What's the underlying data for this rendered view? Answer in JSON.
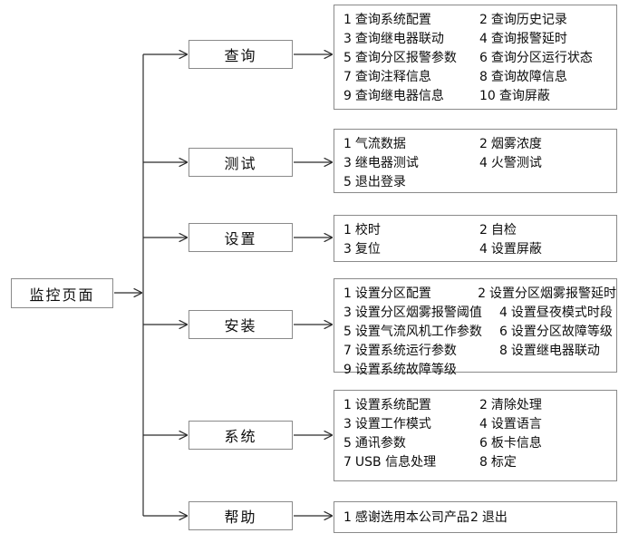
{
  "diagram": {
    "type": "menu-tree",
    "root": {
      "label": "监控页面"
    },
    "branches": [
      {
        "id": "query",
        "label": "查询",
        "rows": [
          [
            {
              "num": "1",
              "text": "查询系统配置"
            },
            {
              "num": "2",
              "text": "查询历史记录"
            }
          ],
          [
            {
              "num": "3",
              "text": "查询继电器联动"
            },
            {
              "num": "4",
              "text": "查询报警延时"
            }
          ],
          [
            {
              "num": "5",
              "text": "查询分区报警参数"
            },
            {
              "num": "6",
              "text": "查询分区运行状态"
            }
          ],
          [
            {
              "num": "7",
              "text": "查询注释信息"
            },
            {
              "num": "8",
              "text": "查询故障信息"
            }
          ],
          [
            {
              "num": "9",
              "text": "查询继电器信息"
            },
            {
              "num": "10",
              "text": "查询屏蔽"
            }
          ]
        ]
      },
      {
        "id": "test",
        "label": "测试",
        "rows": [
          [
            {
              "num": "1",
              "text": "气流数据"
            },
            {
              "num": "2",
              "text": "烟雾浓度"
            }
          ],
          [
            {
              "num": "3",
              "text": "继电器测试"
            },
            {
              "num": "4",
              "text": "火警测试"
            }
          ],
          [
            {
              "num": "5",
              "text": "退出登录"
            }
          ]
        ]
      },
      {
        "id": "setting",
        "label": "设置",
        "rows": [
          [
            {
              "num": "1",
              "text": "校时"
            },
            {
              "num": "2",
              "text": "自检"
            }
          ],
          [
            {
              "num": "3",
              "text": "复位"
            },
            {
              "num": "4",
              "text": "设置屏蔽"
            }
          ]
        ]
      },
      {
        "id": "install",
        "label": "安装",
        "rows": [
          [
            {
              "num": "1",
              "text": "设置分区配置"
            },
            {
              "num": "2",
              "text": "设置分区烟雾报警延时"
            }
          ],
          [
            {
              "num": "3",
              "text": "设置分区烟雾报警阈值"
            },
            {
              "num": "4",
              "text": "设置昼夜模式时段"
            }
          ],
          [
            {
              "num": "5",
              "text": "设置气流风机工作参数"
            },
            {
              "num": "6",
              "text": "设置分区故障等级"
            }
          ],
          [
            {
              "num": "7",
              "text": "设置系统运行参数"
            },
            {
              "num": "8",
              "text": "设置继电器联动"
            }
          ],
          [
            {
              "num": "9",
              "text": "设置系统故障等级"
            }
          ]
        ]
      },
      {
        "id": "system",
        "label": "系统",
        "rows": [
          [
            {
              "num": "1",
              "text": "设置系统配置"
            },
            {
              "num": "2",
              "text": "清除处理"
            }
          ],
          [
            {
              "num": "3",
              "text": "设置工作模式"
            },
            {
              "num": "4",
              "text": "设置语言"
            }
          ],
          [
            {
              "num": "5",
              "text": "通讯参数"
            },
            {
              "num": "6",
              "text": "板卡信息"
            }
          ],
          [
            {
              "num": "7",
              "text": "USB 信息处理"
            },
            {
              "num": "8",
              "text": "标定"
            }
          ]
        ]
      },
      {
        "id": "help",
        "label": "帮助",
        "rows": [
          [
            {
              "num": "1",
              "text": "感谢选用本公司产品"
            },
            {
              "num": "2",
              "text": "退出"
            }
          ]
        ]
      }
    ],
    "colors": {
      "line": "#2b2b2b",
      "box_border": "#8a8a8a",
      "text": "#0d0d0d",
      "background": "#ffffff"
    }
  }
}
